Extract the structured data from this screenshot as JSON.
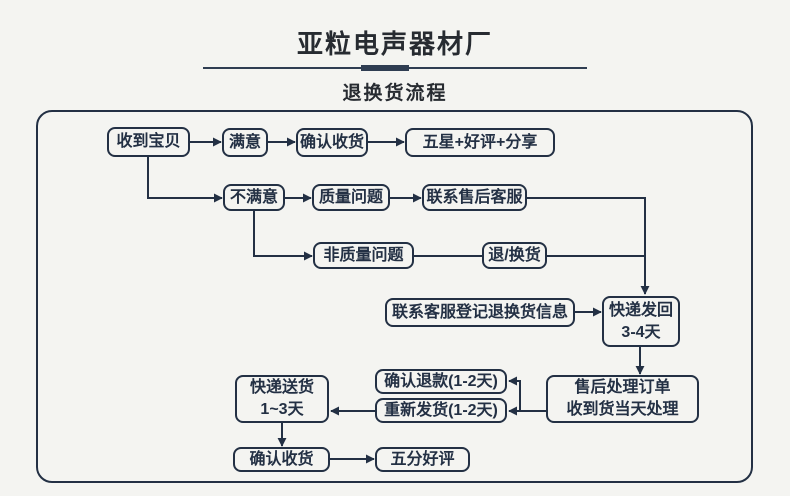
{
  "header": {
    "title": "亚粒电声器材厂",
    "subtitle": "退换货流程"
  },
  "colors": {
    "background": "#f4f4f1",
    "ink": "#233044",
    "title_text": "#272b31",
    "divider": "#2f3d52"
  },
  "flowchart": {
    "nodes": {
      "receive": {
        "label": "收到宝贝"
      },
      "satisfied": {
        "label": "满意"
      },
      "confirm_receipt_top": {
        "label": "确认收货"
      },
      "five_star": {
        "label": "五星+好评+分享"
      },
      "unsatisfied": {
        "label": "不满意"
      },
      "quality_issue": {
        "label": "质量问题"
      },
      "contact_after_sales": {
        "label": "联系售后客服"
      },
      "non_quality_issue": {
        "label": "非质量问题"
      },
      "return_exchange": {
        "label": "退/换货"
      },
      "register_info": {
        "label": "联系客服登记退换货信息"
      },
      "courier_send_back": {
        "line1": "快递发回",
        "line2": "3-4天"
      },
      "after_sales_process": {
        "line1": "售后处理订单",
        "line2": "收到货当天处理"
      },
      "confirm_refund": {
        "label": "确认退款(1-2天)"
      },
      "reship": {
        "label": "重新发货(1-2天)"
      },
      "courier_delivery": {
        "line1": "快递送货",
        "line2": "1~3天"
      },
      "confirm_receipt_bottom": {
        "label": "确认收货"
      },
      "five_point_praise": {
        "label": "五分好评"
      }
    }
  }
}
